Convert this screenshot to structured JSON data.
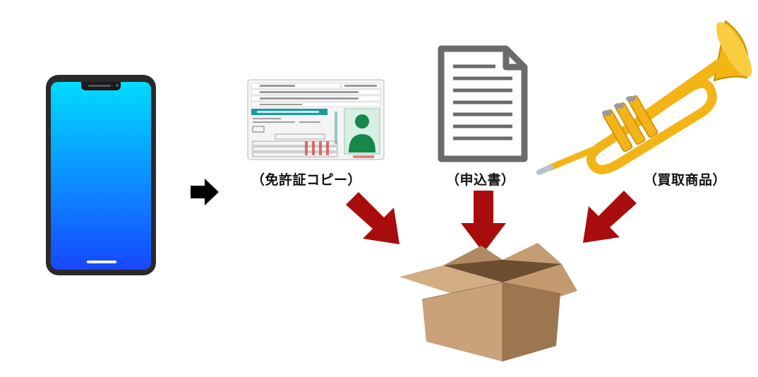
{
  "labels": {
    "license_copy": "（免許証コピー）",
    "application_form": "（申込書）",
    "purchase_item": "（買取商品）"
  },
  "colors": {
    "phone_body": "#2a2a2a",
    "phone_screen_top": "#00d8ff",
    "phone_screen_bottom": "#1a4cff",
    "red_arrow": "#a80c0c",
    "black_arrow": "#000000",
    "box_light": "#c9a27a",
    "box_dark": "#8f6a45",
    "trumpet_gold": "#f2b417",
    "doc_gray": "#6b6b6b",
    "license_teal": "#1d9a9a",
    "license_photo": "#17874a"
  },
  "icons": {
    "phone": "smartphone-icon",
    "license": "driver-license-icon",
    "document": "document-icon",
    "trumpet": "trumpet-icon",
    "box": "open-cardboard-box-icon"
  }
}
